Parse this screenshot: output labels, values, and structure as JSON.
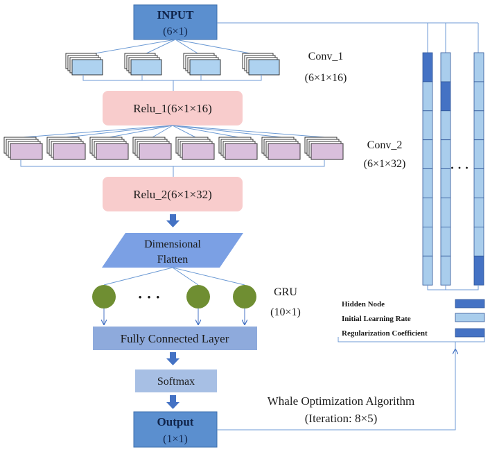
{
  "input": {
    "title": "INPUT",
    "dims": "(6×1)"
  },
  "conv1": {
    "name": "Conv_1",
    "dims": "(6×1×16)"
  },
  "relu1": {
    "label": "Relu_1(6×1×16)"
  },
  "conv2": {
    "name": "Conv_2",
    "dims": "(6×1×32)"
  },
  "relu2": {
    "label": "Relu_2(6×1×32)"
  },
  "flatten": {
    "line1": "Dimensional",
    "line2": "Flatten"
  },
  "gru": {
    "name": "GRU",
    "dims": "(10×1)",
    "ellipsis": "· · ·"
  },
  "fc": {
    "label": "Fully Connected Layer"
  },
  "softmax": {
    "label": "Softmax"
  },
  "output": {
    "title": "Output",
    "dims": "(1×1)"
  },
  "woa": {
    "line1": "Whale Optimization Algorithm",
    "line2": "(Iteration: 8×5)"
  },
  "vector_ellipsis": "· · ·",
  "legend": {
    "hidden_node": "Hidden Node",
    "learning_rate": "Initial Learning Rate",
    "regularization": "Regularization Coefficient"
  },
  "colors": {
    "io_box": "#5b8fcf",
    "relu_box": "#f8cccc",
    "conv1_map": "#aed2f0",
    "conv2_map": "#d9bfdc",
    "flatten": "#7ba0e4",
    "gru_node": "#6f8e32",
    "fc_box": "#8eaadc",
    "softmax_box": "#a7bfe4",
    "cell_dark": "#4472c4",
    "cell_light": "#a9cdec",
    "arrow": "#4472c4",
    "line": "#6c9ad4"
  }
}
